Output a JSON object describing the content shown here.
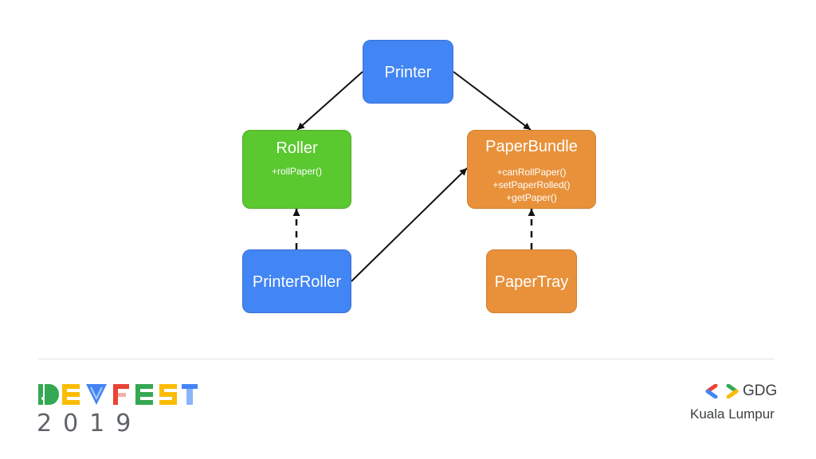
{
  "diagram": {
    "nodes": {
      "printer": {
        "title": "Printer",
        "color": "#4285f4"
      },
      "roller": {
        "title": "Roller",
        "methods": [
          "+rollPaper()"
        ],
        "color": "#5ac82f"
      },
      "paper_bundle": {
        "title": "PaperBundle",
        "methods": [
          "+canRollPaper()",
          "+setPaperRolled()",
          "+getPaper()"
        ],
        "color": "#e8913a"
      },
      "printer_roller": {
        "title": "PrinterRoller",
        "color": "#4285f4"
      },
      "paper_tray": {
        "title": "PaperTray",
        "color": "#e8913a"
      }
    },
    "edges": [
      {
        "from": "Printer",
        "to": "Roller",
        "style": "solid"
      },
      {
        "from": "Printer",
        "to": "PaperBundle",
        "style": "solid"
      },
      {
        "from": "PrinterRoller",
        "to": "Roller",
        "style": "dashed"
      },
      {
        "from": "PrinterRoller",
        "to": "PaperBundle",
        "style": "solid"
      },
      {
        "from": "PaperTray",
        "to": "PaperBundle",
        "style": "dashed"
      }
    ]
  },
  "footer": {
    "event_logo": "DEVFEST",
    "year": "2019",
    "org": "GDG",
    "city": "Kuala Lumpur",
    "logo_icon": "gdg-chevrons-icon"
  }
}
